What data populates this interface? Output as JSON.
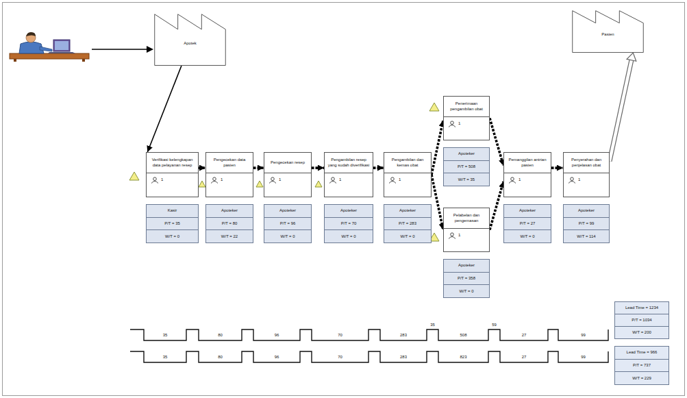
{
  "diagram": {
    "nodes": [
      {
        "text": [
          "Apotek"
        ]
      },
      {
        "text": [
          "Pasien"
        ]
      },
      {
        "text": [
          "Verifikasi kelengkapan data pelayanan resep",
          "1"
        ]
      },
      {
        "text": [
          "Kasir",
          "P/T = 35",
          "W/T = 0"
        ]
      },
      {
        "text": [
          "Pengecekan data pasien",
          "1"
        ]
      },
      {
        "text": [
          "Apoteker",
          "P/T = 80",
          "W/T = 22"
        ]
      },
      {
        "text": [
          "Pengecekan resep",
          "1"
        ]
      },
      {
        "text": [
          "Apoteker",
          "P/T = 96",
          "W/T = 0"
        ]
      },
      {
        "text": [
          "Pengambilan resep yang sudah diverifikasi",
          "1"
        ]
      },
      {
        "text": [
          "Apoteker",
          "P/T = 70",
          "W/T = 0"
        ]
      },
      {
        "text": [
          "Pengambilan dan kemas obat",
          "1"
        ]
      },
      {
        "text": [
          "Apoteker",
          "P/T = 283",
          "W/T = 0"
        ]
      },
      {
        "text": [
          "Penerimaan pengambilan obat",
          "1"
        ]
      },
      {
        "text": [
          "Apoteker",
          "P/T = 508",
          "W/T = 35"
        ]
      },
      {
        "text": [
          "Pelabelan dan pengemasan",
          "1"
        ]
      },
      {
        "text": [
          "Apoteker",
          "P/T = 358",
          "W/T = 0"
        ]
      },
      {
        "text": [
          "Pemanggilan antrian pasien",
          "1"
        ]
      },
      {
        "text": [
          "Apoteker",
          "P/T = 27",
          "W/T = 0"
        ]
      },
      {
        "text": [
          "Penyerahan dan penjelasan obat",
          "1"
        ]
      },
      {
        "text": [
          "Apoteker",
          "P/T = 99",
          "W/T = 114"
        ]
      },
      {
        "text": [
          "Lead Time = 1234",
          "P/T = 1034",
          "W/T = 200"
        ]
      },
      {
        "text": [
          "Lead Time = 966",
          "P/T = 737",
          "W/T = 229"
        ]
      }
    ],
    "edges": [
      {
        "from": 0,
        "to": 2,
        "arrow": "to"
      },
      {
        "from": 2,
        "to": 4,
        "arrow": "to"
      },
      {
        "from": 4,
        "to": 6,
        "arrow": "to"
      },
      {
        "from": 6,
        "to": 8,
        "arrow": "to"
      },
      {
        "from": 8,
        "to": 10,
        "arrow": "to"
      },
      {
        "from": 10,
        "to": 12,
        "arrow": "to"
      },
      {
        "from": 10,
        "to": 14,
        "arrow": "to"
      },
      {
        "from": 12,
        "to": 16,
        "arrow": "to"
      },
      {
        "from": 14,
        "to": 16,
        "arrow": "to"
      },
      {
        "from": 16,
        "to": 18,
        "arrow": "to"
      },
      {
        "from": 18,
        "to": 1,
        "arrow": "to"
      }
    ],
    "labels": [
      "35",
      "80",
      "96",
      "70",
      "283",
      "35",
      "508",
      "59",
      "27",
      "99",
      "35",
      "80",
      "96",
      "70",
      "283",
      "823",
      "27",
      "99"
    ]
  }
}
